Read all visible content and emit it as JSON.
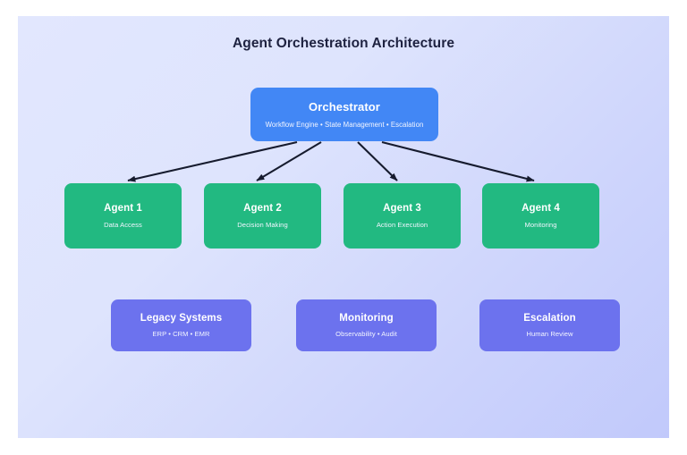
{
  "diagram": {
    "title": "Agent Orchestration Architecture",
    "background_from": "#e2e7fe",
    "background_to": "#c1c9fb",
    "title_color": "#1e2240",
    "orchestrator": {
      "label": "Orchestrator",
      "subtitle": "Workflow Engine • State Management • Escalation",
      "color": "#4287f5"
    },
    "agents": [
      {
        "label": "Agent 1",
        "subtitle": "Data Access",
        "color": "#22b981"
      },
      {
        "label": "Agent 2",
        "subtitle": "Decision Making",
        "color": "#22b981"
      },
      {
        "label": "Agent 3",
        "subtitle": "Action Execution",
        "color": "#22b981"
      },
      {
        "label": "Agent 4",
        "subtitle": "Monitoring",
        "color": "#22b981"
      }
    ],
    "support": [
      {
        "label": "Legacy Systems",
        "subtitle": "ERP • CRM • EMR",
        "color": "#6c72ee"
      },
      {
        "label": "Monitoring",
        "subtitle": "Observability • Audit",
        "color": "#6c72ee"
      },
      {
        "label": "Escalation",
        "subtitle": "Human Review",
        "color": "#6c72ee"
      }
    ],
    "edges": [
      {
        "from": "orchestrator",
        "to": "Agent 1",
        "color": "#161b2e"
      },
      {
        "from": "orchestrator",
        "to": "Agent 2",
        "color": "#161b2e"
      },
      {
        "from": "orchestrator",
        "to": "Agent 3",
        "color": "#161b2e"
      },
      {
        "from": "orchestrator",
        "to": "Agent 4",
        "color": "#161b2e"
      }
    ]
  }
}
